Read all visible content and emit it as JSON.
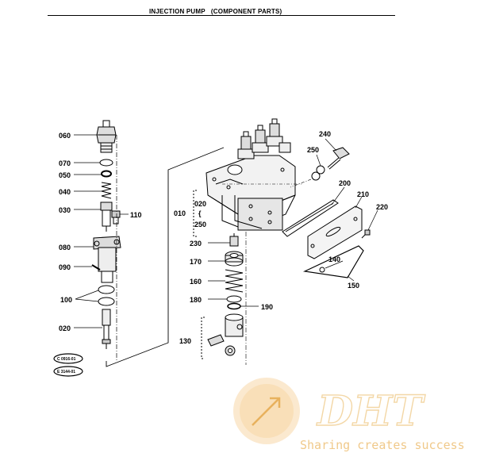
{
  "header": {
    "title": "INJECTION PUMP   (COMPONENT PARTS)"
  },
  "parts": {
    "p060": "060",
    "p070": "070",
    "p050": "050",
    "p040": "040",
    "p030": "030",
    "p110": "110",
    "p080": "080",
    "p090": "090",
    "p100": "100",
    "p020": "020",
    "p010": "010",
    "p010a": "020",
    "p010b": "250",
    "p240": "240",
    "p250": "250",
    "p200": "200",
    "p210": "210",
    "p220": "220",
    "p230": "230",
    "p170": "170",
    "p140": "140",
    "p160": "160",
    "p150": "150",
    "p180": "180",
    "p190": "190",
    "p130": "130"
  },
  "stamps": {
    "stamp1": "C 0916-01",
    "stamp2": "E 3144-01"
  },
  "watermark": {
    "logo_text": "DHT",
    "tagline": "Sharing creates success",
    "color": "#f0c98a"
  }
}
